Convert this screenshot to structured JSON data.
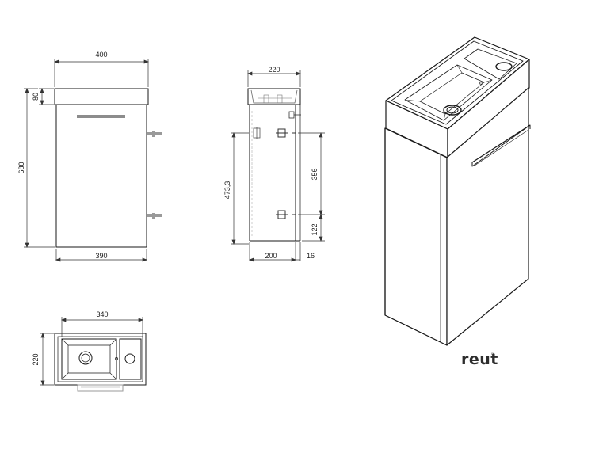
{
  "brand": {
    "name": "reut",
    "superscript": "ix"
  },
  "front_view": {
    "width": "400",
    "body_width": "390",
    "basin_height": "80",
    "total_height": "680"
  },
  "side_view": {
    "depth": "220",
    "body_depth": "200",
    "protrusion": "16",
    "height_1": "473,3",
    "height_2": "356",
    "height_3": "122"
  },
  "top_view": {
    "width": "340",
    "depth": "220"
  },
  "colors": {
    "line": "#1a1a1a",
    "dim": "#333333",
    "hardware": "#9a9a9a"
  }
}
